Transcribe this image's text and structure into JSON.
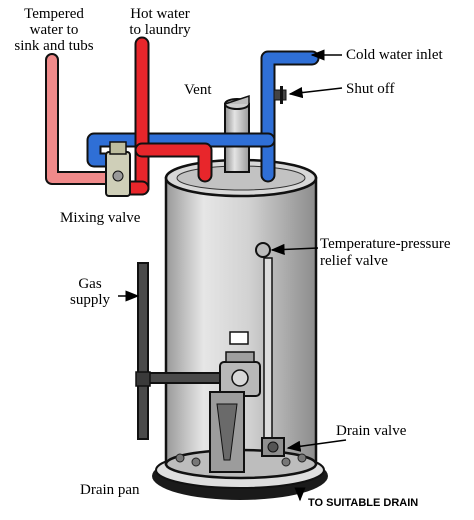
{
  "labels": {
    "tempered_line1": "Tempered",
    "tempered_line2": "water to",
    "tempered_line3": "sink and tubs",
    "hot_line1": "Hot water",
    "hot_line2": "to laundry",
    "cold_inlet": "Cold water inlet",
    "shut_off": "Shut off",
    "vent": "Vent",
    "mixing_valve": "Mixing valve",
    "tpr_line1": "Temperature-pressure",
    "tpr_line2": "relief valve",
    "gas_line1": "Gas",
    "gas_line2": "supply",
    "drain_valve": "Drain valve",
    "drain_pan": "Drain pan",
    "to_drain": "TO SUITABLE DRAIN"
  },
  "colors": {
    "hot": "#e8262b",
    "cold": "#2f6fd6",
    "tempered": "#f08a8a",
    "gas": "#3a3a3a",
    "tank": "#c9c9c9",
    "outline": "#111111"
  },
  "icons": {
    "gas_valve": "gas-control-valve-icon",
    "arrows": "pointer-arrow-icon"
  }
}
